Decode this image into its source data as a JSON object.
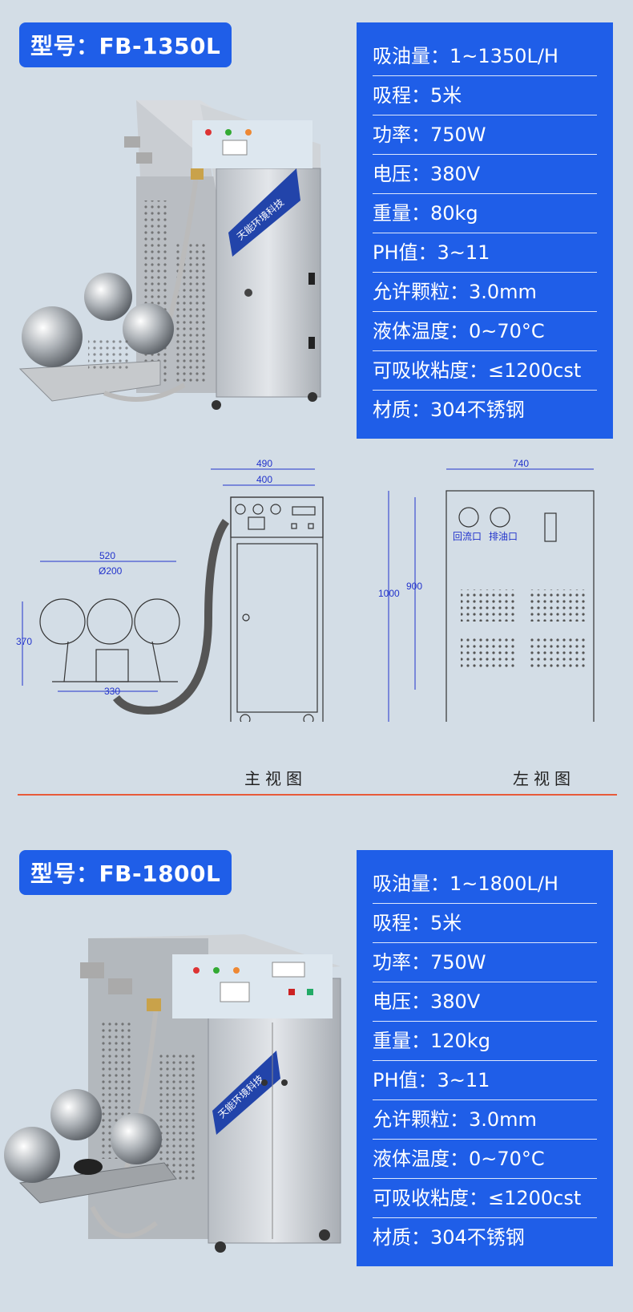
{
  "section1": {
    "model": "型号：FB-1350L",
    "specs": [
      "吸油量：1~1350L/H",
      "吸程：5米",
      "功率：750W",
      "电压：380V",
      "重量：80kg",
      "PH值：3~11",
      "允许颗粒：3.0mm",
      "液体温度：0~70°C",
      "可吸收粘度：≤1200cst",
      "材质：304不锈钢"
    ]
  },
  "drawing": {
    "front": {
      "d490": "490",
      "d400": "400",
      "d520": "520",
      "d200": "Ø200",
      "d370": "370",
      "d330": "330"
    },
    "side": {
      "d740": "740",
      "d1000": "1000",
      "d900": "900",
      "port1": "回流口",
      "port2": "排油口"
    },
    "front_label": "主视图",
    "side_label": "左视图"
  },
  "section2": {
    "model": "型号：FB-1800L",
    "specs": [
      "吸油量：1~1800L/H",
      "吸程：5米",
      "功率：750W",
      "电压：380V",
      "重量：120kg",
      "PH值：3~11",
      "允许颗粒：3.0mm",
      "液体温度：0~70°C",
      "可吸收粘度：≤1200cst",
      "材质：304不锈钢"
    ]
  },
  "machine_text": "天能环境科技",
  "colors": {
    "accent": "#1f5ee8",
    "background": "#d3dde6",
    "divider": "#e85a3a"
  }
}
